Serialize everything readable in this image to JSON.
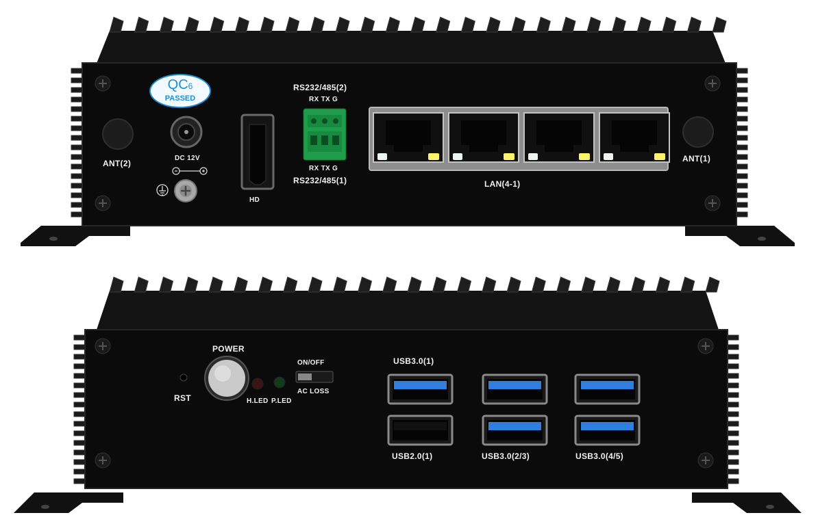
{
  "top_panel": {
    "qc_badge": {
      "main": "QC",
      "index": "6",
      "status": "PASSED"
    },
    "labels": {
      "ant_left": "ANT(2)",
      "ant_right": "ANT(1)",
      "dc": "DC 12V",
      "hdmi": "HD",
      "rs232_top": "RS232/485(2)",
      "rs232_top_pins": "RX TX  G",
      "rs232_bottom_pins": "RX TX  G",
      "rs232_bottom": "RS232/485(1)",
      "lan": "LAN(4-1)"
    },
    "lan_port_count": 4,
    "colors": {
      "chassis": "#0d0d0d",
      "terminal_block": "#1f9d4a",
      "led_yellow": "#fff36a",
      "led_white": "#eef4f0"
    }
  },
  "bottom_panel": {
    "labels": {
      "power": "POWER",
      "rst": "RST",
      "h_led": "H.LED",
      "p_led": "P.LED",
      "on_off": "ON/OFF",
      "ac_loss": "AC  LOSS",
      "usb30_1": "USB3.0(1)",
      "usb20_1": "USB2.0(1)",
      "usb30_23": "USB3.0(2/3)",
      "usb30_45": "USB3.0(4/5)"
    },
    "colors": {
      "usb3_blue": "#2f7fe0",
      "usb2_black": "#111111",
      "power_button": "#c9c9c9"
    }
  }
}
